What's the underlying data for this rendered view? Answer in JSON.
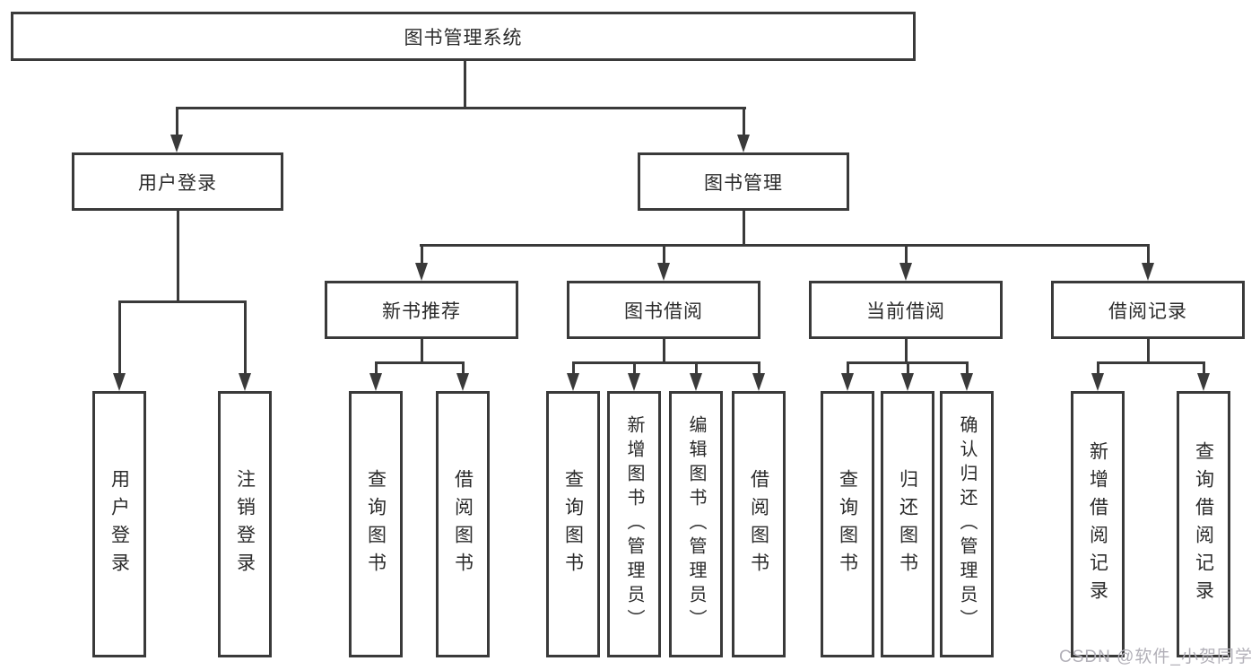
{
  "diagram_title": "图书管理系统",
  "watermark": "CSDN @软件_小贺同学",
  "colors": {
    "line": "#3a3a3a",
    "box_border": "#3a3a3a",
    "text": "#2b2b2b",
    "background": "#ffffff",
    "watermark": "#b2b0b8"
  },
  "nodes": {
    "root": "图书管理系统",
    "user_login": "用户登录",
    "book_mgmt": "图书管理",
    "new_book_rec": "新书推荐",
    "book_borrow": "图书借阅",
    "current_borrow": "当前借阅",
    "borrow_record": "借阅记录",
    "user_login_leaf": "用户登录",
    "logout_leaf": "注销登录",
    "rec_query_book": "查询图书",
    "rec_borrow_book": "借阅图书",
    "bb_query_book": "查询图书",
    "bb_add_book": "新增图书（管理员）",
    "bb_edit_book": "编辑图书（管理员）",
    "bb_borrow_book": "借阅图书",
    "cb_query_book": "查询图书",
    "cb_return_book": "归还图书",
    "cb_confirm_return": "确认归还（管理员）",
    "br_add_record": "新增借阅记录",
    "br_query_record": "查询借阅记录"
  }
}
